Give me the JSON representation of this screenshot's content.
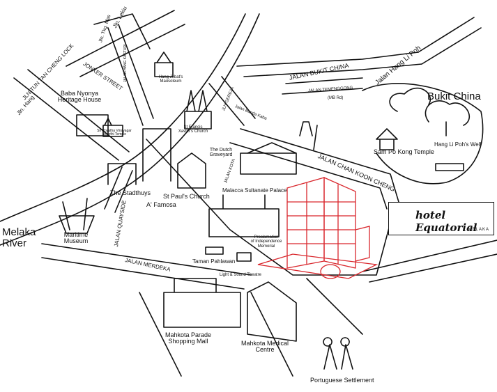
{
  "map": {
    "areas": {
      "bukit_china": "Bukit China",
      "melaka_river": "Melaka River"
    },
    "streets": {
      "jln_lekiu": "Jln. Lekiu",
      "jln_tkg_mas": "Jln. Tkg. Mas",
      "jonker_street": "JONKER STREET",
      "jalan_hang_kasturi": "JALAN HANG KASTURI",
      "jln_tun_tan_cheng_lock": "JLN TUN TAN CHENG LOCK",
      "jln_hang": "Jln. Hang",
      "jalan_bukit_china": "JALAN BUKIT CHINA",
      "jalan_temenggong": "JALAN TEMENGGONG",
      "jalan_temenggong_sub": "(MB Rd)",
      "jalan_hang_li_poh": "Jalan Hang Li Poh",
      "jalan_gereja": "JLN GEREJA",
      "jalan_banda_kaba": "Jalan Banda Kaba",
      "jalan_chan_koon_cheng": "JALAN CHAN KOON CHENG",
      "jalan_quayside": "JALAN QUAYSIDE",
      "jalan_merdeka": "JALAN MERDEKA",
      "jalan_kota": "JALAN KOTA"
    },
    "landmarks": {
      "baba_nyonya": "Baba Nyonya\nHeritage House",
      "hang_jebat": "Hang Jebat's\nMausoleum",
      "cheng_hoon": "Sri Poyatha Vinayagar\nMoorthi Temple",
      "st_francis": "St Francis\nXavier's Church",
      "dutch_graveyard": "The Dutch\nGraveyard",
      "stadthuys": "The Stadthuys",
      "st_pauls": "St Paul's Church",
      "a_famosa": "A' Famosa",
      "maritime": "Maritime\nMuseum",
      "sultanate_palace": "Malacca Sultanate Palace",
      "proclamation": "Proclamation\nof Independence\nMemorial",
      "taman_pahlawan": "Taman Pahlawan",
      "light_sound": "Light & Sound Theatre",
      "sam_po_kong": "Sam Po Kong Temple",
      "hang_li_poh_well": "Hang Li Poh's Well",
      "mahkota_parade": "Mahkota Parade\nShopping Mall",
      "mahkota_medical": "Mahkota Medical\nCentre",
      "portuguese": "Portuguese Settlement"
    },
    "hotel": {
      "name": "hotel Equatorial",
      "city": "MELAKA"
    }
  },
  "colors": {
    "ink": "#111111",
    "hotel_red": "#d9262c",
    "background": "#ffffff"
  }
}
